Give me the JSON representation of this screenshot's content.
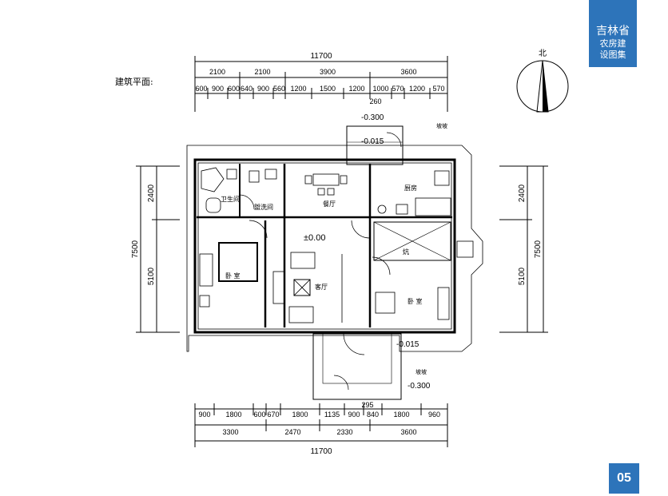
{
  "series_badge": {
    "line1": "吉林省",
    "line2": "农房建",
    "line3": "设图集",
    "color": "#2d74ba"
  },
  "caption": "建筑平面:",
  "page_number": "05",
  "north": "北",
  "levels": {
    "floor": "±0.00",
    "step_top": "-0.015",
    "step_bottom": "-0.015",
    "ground_top": "-0.300",
    "ground_bottom": "-0.300",
    "ramp_top": "坡坡",
    "ramp_bottom": "坡坡"
  },
  "rooms": {
    "bath": "卫生间",
    "wash": "盥洗间",
    "dining": "餐厅",
    "kitchen": "厨房",
    "bedroom_left": "卧 室",
    "living": "客厅",
    "kang": "炕",
    "bedroom_right": "卧 室"
  },
  "dims": {
    "top_total": "11700",
    "top_level1": [
      "2100",
      "2100",
      "3900",
      "3600"
    ],
    "top_level2": [
      "600",
      "900",
      "600",
      "640",
      "900",
      "560",
      "1200",
      "1500",
      "1200",
      "1000",
      "570",
      "1200",
      "570"
    ],
    "top_extra": "260",
    "left_segments": [
      "2400",
      "5100"
    ],
    "left_total": "7500",
    "right_segments": [
      "2400",
      "5100"
    ],
    "right_total": "7500",
    "bottom_extra": "295",
    "bottom_level1": [
      "900",
      "1800",
      "600",
      "670",
      "1800",
      "1135",
      "900",
      "840",
      "1800",
      "960"
    ],
    "bottom_level2": [
      "3300",
      "2470",
      "2330",
      "3600"
    ],
    "bottom_total": "11700"
  }
}
